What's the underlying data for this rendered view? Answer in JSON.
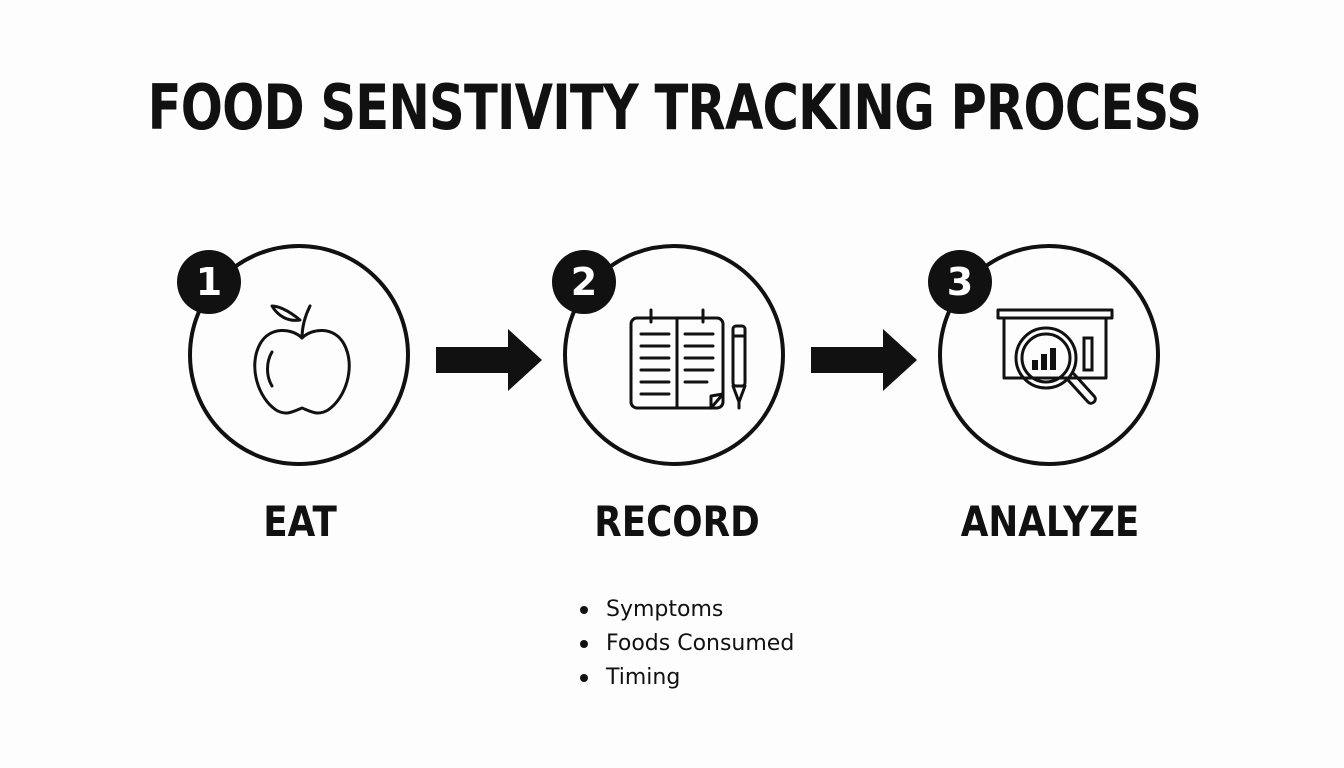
{
  "title": "FOOD SENSTIVITY TRACKING PROCESS",
  "steps": [
    {
      "number": "1",
      "label": "EAT",
      "icon": "apple-icon"
    },
    {
      "number": "2",
      "label": "RECORD",
      "icon": "notebook-pen-icon"
    },
    {
      "number": "3",
      "label": "ANALYZE",
      "icon": "magnifier-chart-icon"
    }
  ],
  "record_details": [
    "Symptoms",
    "Foods Consumed",
    "Timing"
  ],
  "colors": {
    "ink": "#111111",
    "background": "#fdfdfd"
  }
}
